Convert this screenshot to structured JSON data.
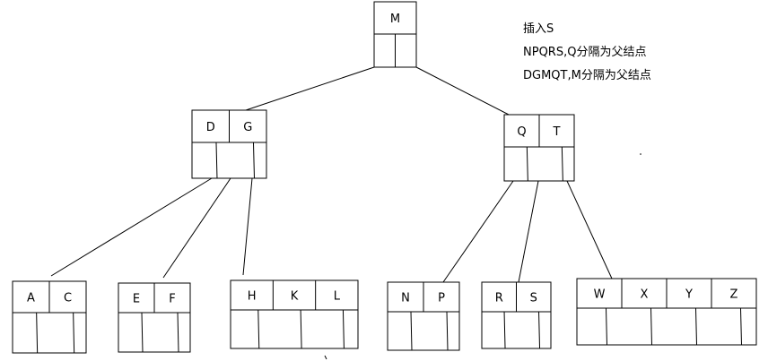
{
  "notes": {
    "line1": "插入S",
    "line2": "NPQRS,Q分隔为父结点",
    "line3": "DGMQT,M分隔为父结点"
  },
  "tree": {
    "root": {
      "keys": [
        "M"
      ]
    },
    "level1": [
      {
        "keys": [
          "D",
          "G"
        ]
      },
      {
        "keys": [
          "Q",
          "T"
        ]
      }
    ],
    "leaves": [
      {
        "keys": [
          "A",
          "C"
        ]
      },
      {
        "keys": [
          "E",
          "F"
        ]
      },
      {
        "keys": [
          "H",
          "K",
          "L"
        ]
      },
      {
        "keys": [
          "N",
          "P"
        ]
      },
      {
        "keys": [
          "R",
          "S"
        ]
      },
      {
        "keys": [
          "W",
          "X",
          "Y",
          "Z"
        ]
      }
    ]
  }
}
